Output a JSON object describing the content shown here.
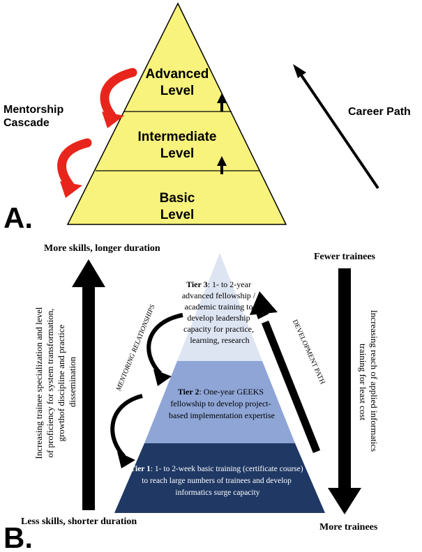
{
  "panel_a": {
    "label": "A.",
    "levels": {
      "advanced": [
        "Advanced",
        "Level"
      ],
      "intermediate": [
        "Intermediate",
        "Level"
      ],
      "basic": [
        "Basic",
        "Level"
      ]
    },
    "mentorship": [
      "Mentorship",
      "Cascade"
    ],
    "career_path": "Career Path",
    "colors": {
      "pyramid_fill": "#f7f37c",
      "arrow_red": "#e8251c"
    }
  },
  "panel_b": {
    "label": "B.",
    "left_top": "More skills, longer duration",
    "left_bottom": "Less skills, shorter duration",
    "left_vertical": [
      "Increasing trainee specialization and level",
      "of proficiency for system transformation,",
      "growthof discipline and practice",
      "dissemination"
    ],
    "right_top": "Fewer trainees",
    "right_bottom": "More trainees",
    "right_vertical": [
      "Increasing reach of applied informatics",
      "training for least cost"
    ],
    "mentoring": "MENTORING RELATIONSHIPS",
    "development": "DEVELOPMENT PATH",
    "tier3": {
      "title": "Tier 3",
      "lines": [
        ": 1- to 2-year",
        "advanced fellowship /",
        "academic training to",
        "develop leadership",
        "capacity for practice,",
        "learning, research"
      ]
    },
    "tier2": {
      "title": "Tier 2",
      "lines": [
        ": One-year GEEKS",
        "fellowship to develop project-",
        "based implementation expertise"
      ]
    },
    "tier1": {
      "title": "Tier 1",
      "lines": [
        ":  1- to 2-week basic training (certificate course)",
        "to reach large numbers of trainees and develop",
        "informatics surge capacity"
      ]
    },
    "colors": {
      "tier3": "#dde4f2",
      "tier2": "#8ea5d6",
      "tier1": "#1f3864"
    }
  }
}
